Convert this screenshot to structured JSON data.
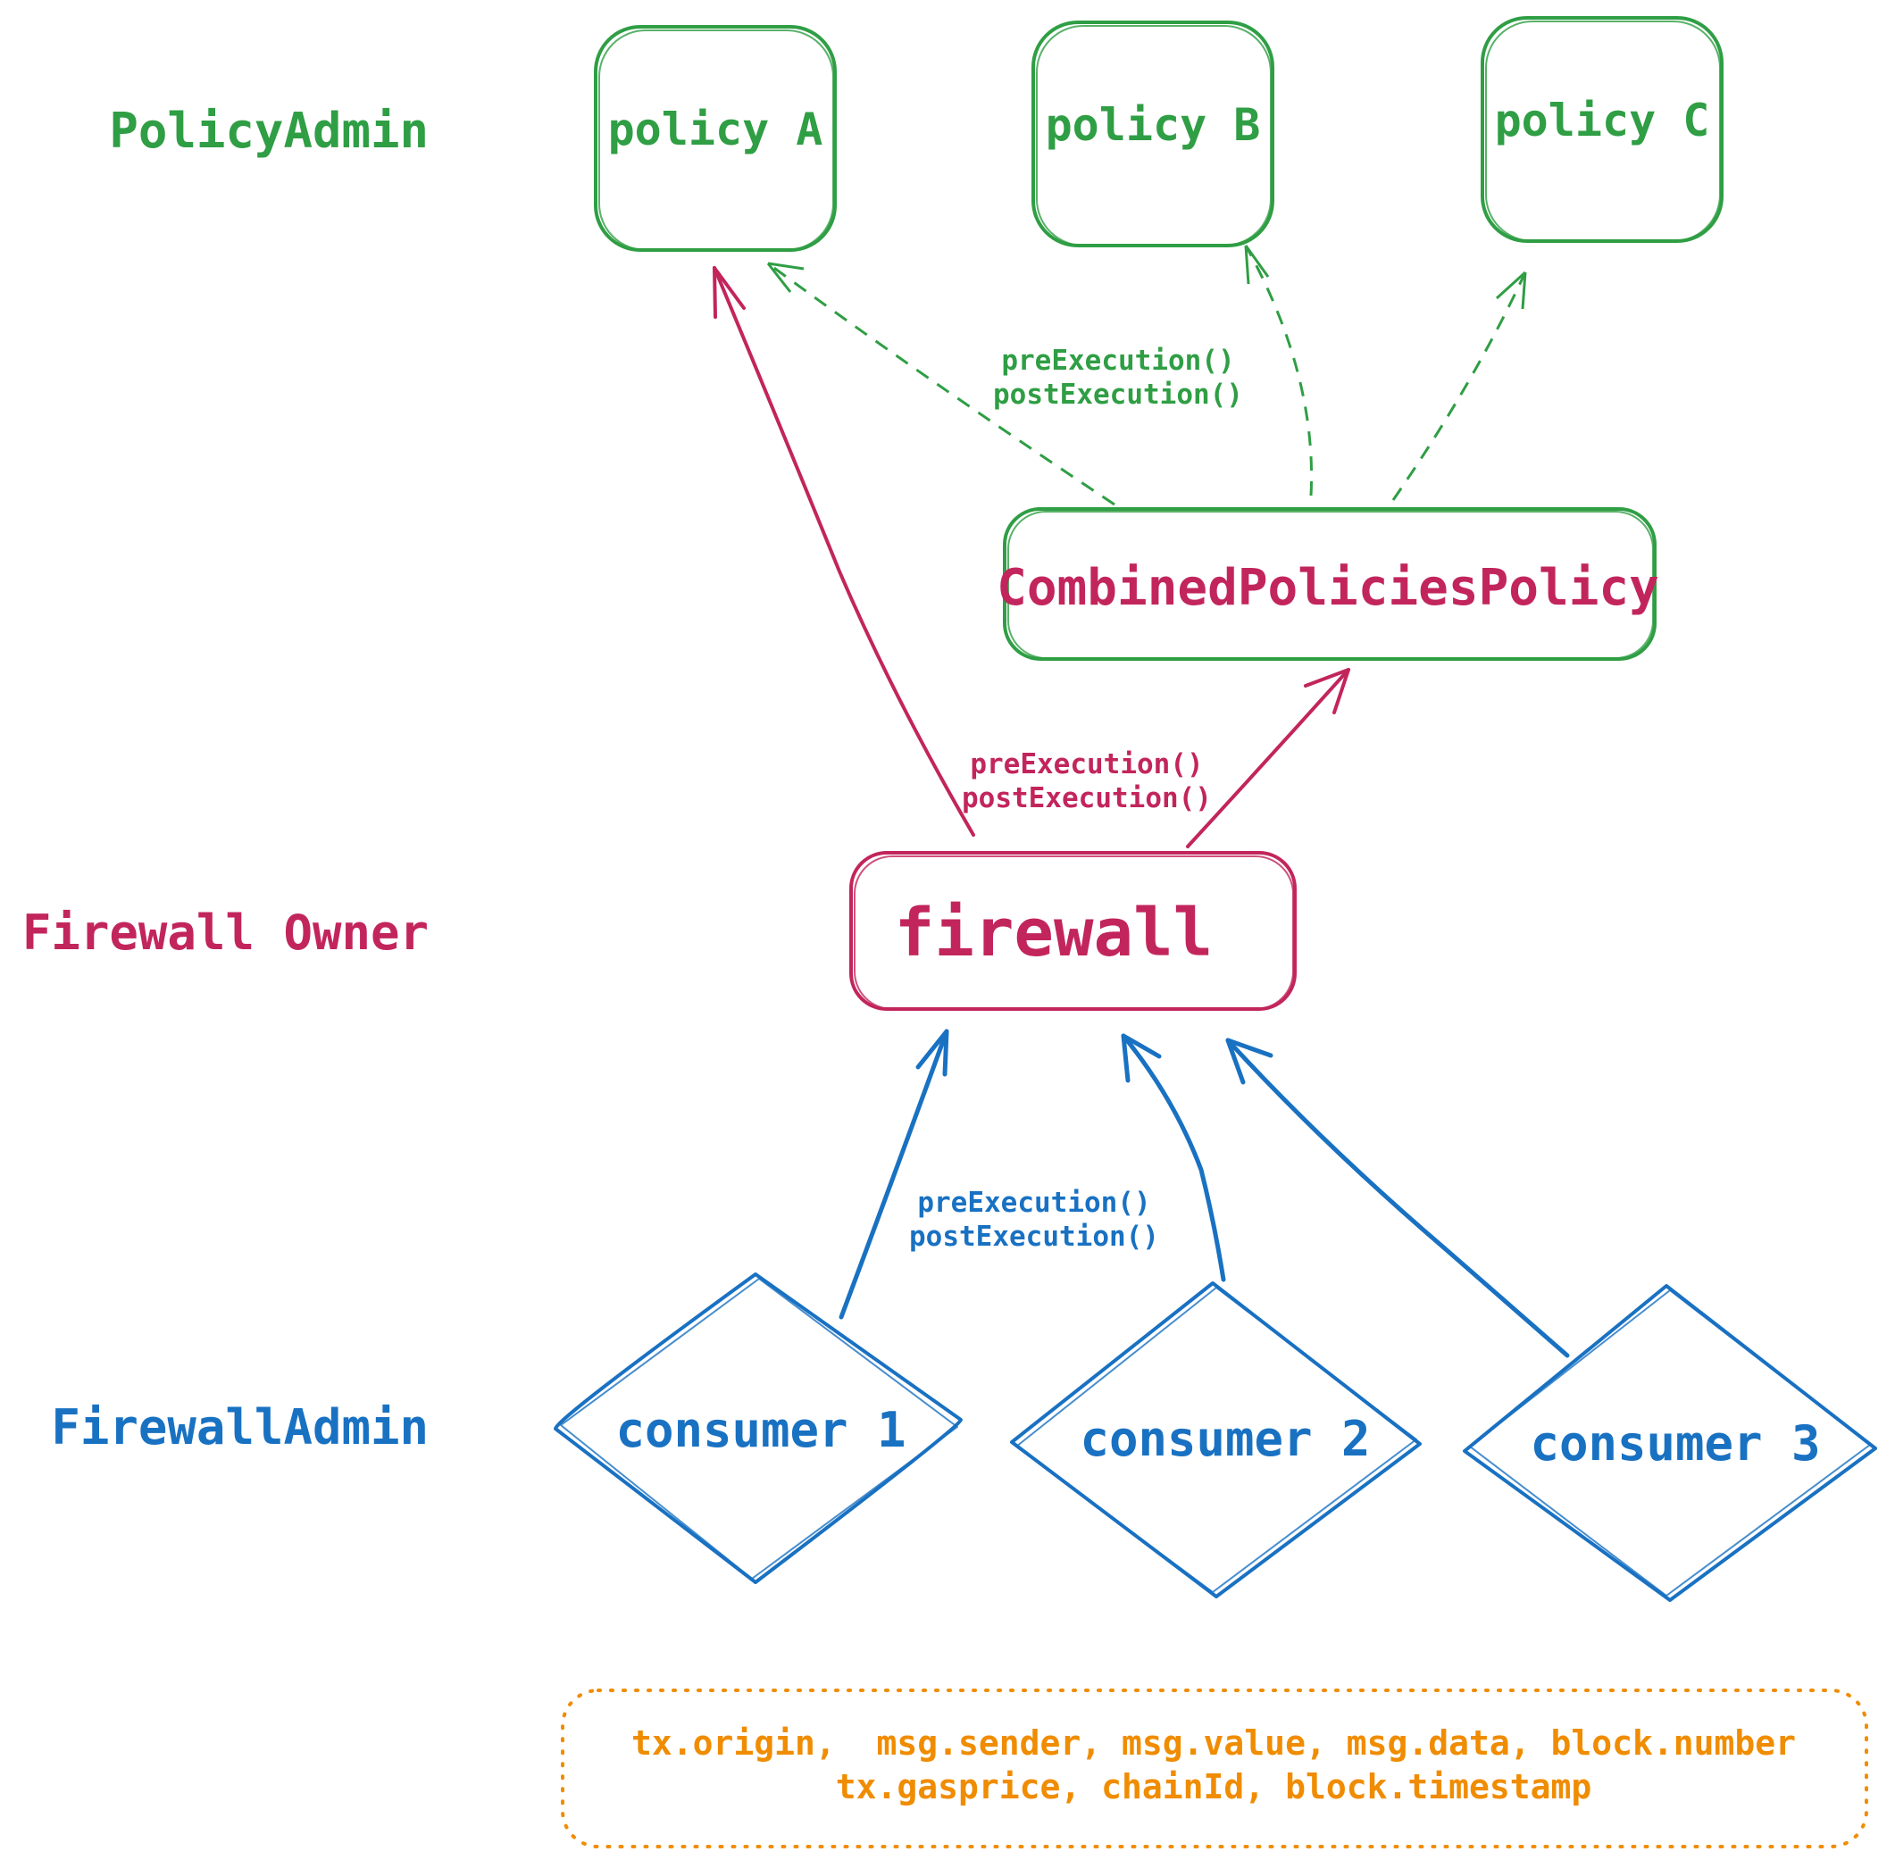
{
  "colors": {
    "policy_admin": "#2f9e44",
    "firewall_owner": "#c2255c",
    "firewall_admin": "#1971c2",
    "context": "#f08c00"
  },
  "roles": {
    "policy_admin": "PolicyAdmin",
    "firewall_owner": "Firewall Owner",
    "firewall_admin": "FirewallAdmin"
  },
  "policies": [
    {
      "label": "policy A"
    },
    {
      "label": "policy B"
    },
    {
      "label": "policy C"
    }
  ],
  "combined_policy": {
    "label": "CombinedPoliciesPolicy"
  },
  "firewall": {
    "label": "firewall"
  },
  "consumers": [
    {
      "label": "consumer 1"
    },
    {
      "label": "consumer 2"
    },
    {
      "label": "consumer 3"
    }
  ],
  "edge_labels": {
    "combined_to_policies": {
      "line1": "preExecution()",
      "line2": "postExecution()"
    },
    "firewall_to_policies": {
      "line1": "preExecution()",
      "line2": "postExecution()"
    },
    "consumers_to_firewall": {
      "line1": "preExecution()",
      "line2": "postExecution()"
    }
  },
  "context": {
    "line1": "tx.origin,  msg.sender, msg.value, msg.data, block.number",
    "line2": "tx.gasprice, chainId, block.timestamp"
  }
}
